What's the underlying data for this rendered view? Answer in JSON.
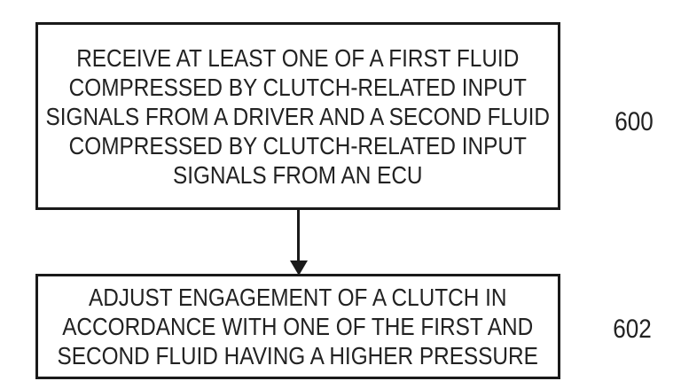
{
  "figure": {
    "type": "flowchart",
    "colors": {
      "background": "#ffffff",
      "ink": "#222222",
      "border": "#1a1a1a"
    },
    "steps": [
      {
        "id": "600",
        "label": "600",
        "text": "RECEIVE AT LEAST ONE OF A FIRST FLUID\nCOMPRESSED BY CLUTCH-RELATED INPUT\nSIGNALS FROM A DRIVER AND A SECOND FLUID\nCOMPRESSED BY CLUTCH-RELATED INPUT\nSIGNALS FROM AN ECU"
      },
      {
        "id": "602",
        "label": "602",
        "text": "ADJUST ENGAGEMENT OF A CLUTCH IN\nACCORDANCE WITH ONE OF THE FIRST AND\nSECOND FLUID HAVING A HIGHER PRESSURE"
      }
    ],
    "connector": {
      "from": "600",
      "to": "602",
      "type": "arrow-down"
    }
  }
}
